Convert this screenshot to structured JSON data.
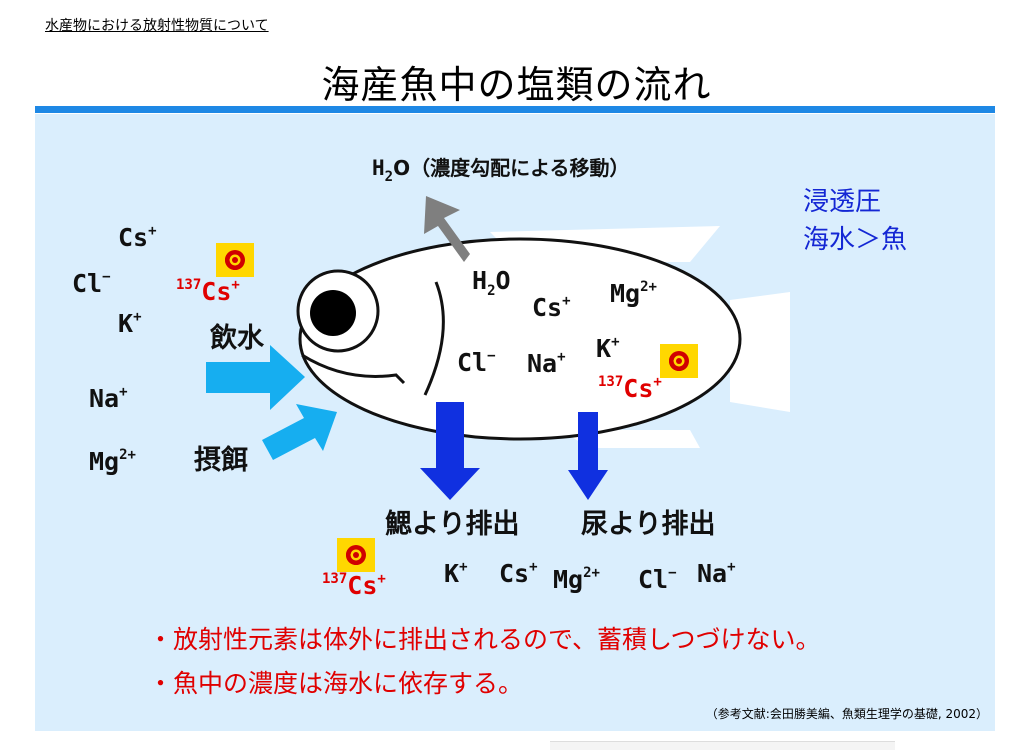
{
  "breadcrumb": "水産物における放射性物質について",
  "title": "海産魚中の塩類の流れ",
  "osmotic": {
    "line1": "浸透圧",
    "line2": "海水＞魚"
  },
  "water_flow": {
    "h": "H",
    "sub": "2",
    "tail": "O（濃度勾配による移動）"
  },
  "seawater_ions": {
    "cs": {
      "base": "Cs",
      "sup": "+"
    },
    "cl": {
      "base": "Cl",
      "sup": "−"
    },
    "k": {
      "base": "K",
      "sup": "+"
    },
    "na": {
      "base": "Na",
      "sup": "+"
    },
    "mg": {
      "base": "Mg",
      "sup": "2+"
    },
    "cs137": {
      "pre": "137",
      "base": "Cs",
      "sup": "+"
    }
  },
  "intake": {
    "drinking": "飲水",
    "feeding": "摂餌"
  },
  "fish_contents": {
    "h2o": {
      "h": "H",
      "sub": "2",
      "o": "O"
    },
    "cs": {
      "base": "Cs",
      "sup": "+"
    },
    "mg": {
      "base": "Mg",
      "sup": "2+"
    },
    "cl": {
      "base": "Cl",
      "sup": "−"
    },
    "na": {
      "base": "Na",
      "sup": "+"
    },
    "k": {
      "base": "K",
      "sup": "+"
    },
    "cs137": {
      "pre": "137",
      "base": "Cs",
      "sup": "+"
    }
  },
  "excretion": {
    "gill_label": "鰓より排出",
    "urine_label": "尿より排出",
    "k": {
      "base": "K",
      "sup": "+"
    },
    "cs": {
      "base": "Cs",
      "sup": "+"
    },
    "mg": {
      "base": "Mg",
      "sup": "2+"
    },
    "cl": {
      "base": "Cl",
      "sup": "−"
    },
    "na": {
      "base": "Na",
      "sup": "+"
    },
    "cs137": {
      "pre": "137",
      "base": "Cs",
      "sup": "+"
    }
  },
  "notes": [
    "・放射性元素は体外に排出されるので、蓄積しつづけない。",
    "・魚中の濃度は海水に依存する。"
  ],
  "reference": "（参考文献:会田勝美編、魚類生理学の基礎, 2002）",
  "colors": {
    "accent_blue": "#1e88e5",
    "panel_bg": "#daeefd",
    "arrow_cyan": "#16aef0",
    "arrow_blue": "#1030e0",
    "arrow_gray": "#7f7f7f",
    "radiation_red": "#e00000",
    "osmotic_blue": "#1427d4",
    "hazard_yellow": "#ffd700"
  }
}
